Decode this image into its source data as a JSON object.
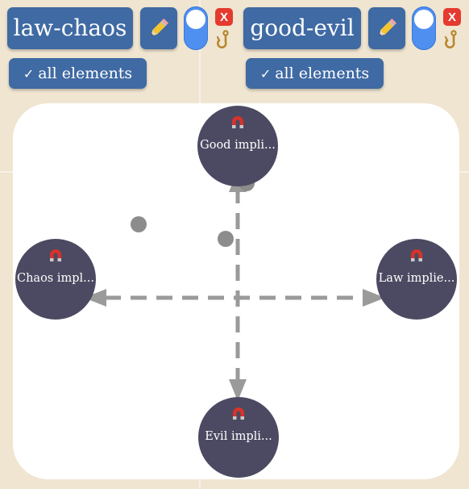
{
  "axes": [
    {
      "name": "law-chaos",
      "all_elements_label": "all elements",
      "close_label": "X",
      "edit_icon": "pencil-icon",
      "hook_icon": "hook-icon"
    },
    {
      "name": "good-evil",
      "all_elements_label": "all elements",
      "close_label": "X",
      "edit_icon": "pencil-icon",
      "hook_icon": "hook-icon"
    }
  ],
  "poles": {
    "top": {
      "label": "Good impli...",
      "icon": "magnet-icon"
    },
    "bottom": {
      "label": "Evil impli...",
      "icon": "magnet-icon"
    },
    "left": {
      "label": "Chaos impl...",
      "icon": "magnet-icon"
    },
    "right": {
      "label": "Law implie...",
      "icon": "magnet-icon"
    }
  },
  "colors": {
    "background": "#efe5d1",
    "button_blue": "#3f6aa3",
    "toggle_blue": "#4f8ff0",
    "close_red": "#e53a2f",
    "pole_fill": "#4c4a62",
    "arrow_gray": "#9a9a9a",
    "dot_gray": "#8c8c8c"
  }
}
